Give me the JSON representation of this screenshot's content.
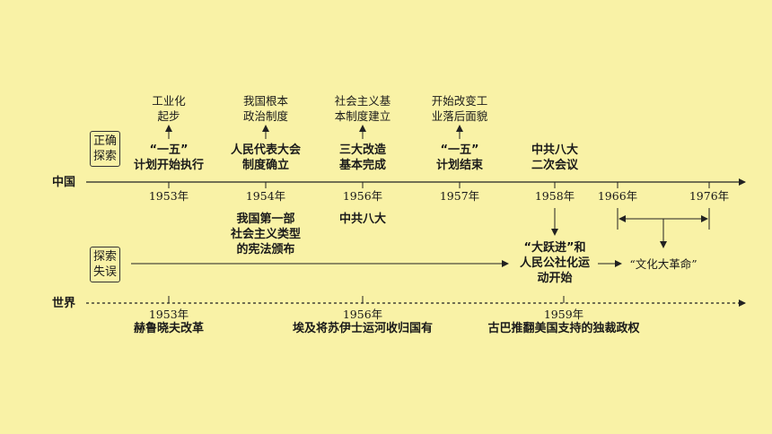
{
  "labels": {
    "china": "中国",
    "world": "世界",
    "correct_box": [
      "正确",
      "探索"
    ],
    "mistake_box": [
      "探索",
      "失误"
    ]
  },
  "china_years": [
    "1953年",
    "1954年",
    "1956年",
    "1957年",
    "1958年",
    "1966年",
    "1976年"
  ],
  "china_above_top": [
    [
      "工业化",
      "起步"
    ],
    [
      "我国根本",
      "政治制度"
    ],
    [
      "社会主义基",
      "本制度建立"
    ],
    [
      "开始改变工",
      "业落后面貌"
    ]
  ],
  "china_above_bottom": [
    [
      "“一五”",
      "计划开始执行"
    ],
    [
      "人民代表大会",
      "制度确立"
    ],
    [
      "三大改造",
      "基本完成"
    ],
    [
      "“一五”",
      "计划结束"
    ],
    [
      "中共八大",
      "二次会议"
    ]
  ],
  "china_below": [
    [
      "我国第一部",
      "社会主义类型",
      "的宪法颁布"
    ],
    [
      "中共八大"
    ]
  ],
  "mistakes": {
    "great_leap": [
      "“大跃进”和",
      "人民公社化运",
      "动开始"
    ],
    "cultural_revolution": "“文化大革命”"
  },
  "world_events": [
    {
      "year": "1953年",
      "event": "赫鲁晓夫改革"
    },
    {
      "year": "1956年",
      "event": "埃及将苏伊士运河收归国有"
    },
    {
      "year": "1959年",
      "event": "古巴推翻美国支持的独裁政权"
    }
  ]
}
